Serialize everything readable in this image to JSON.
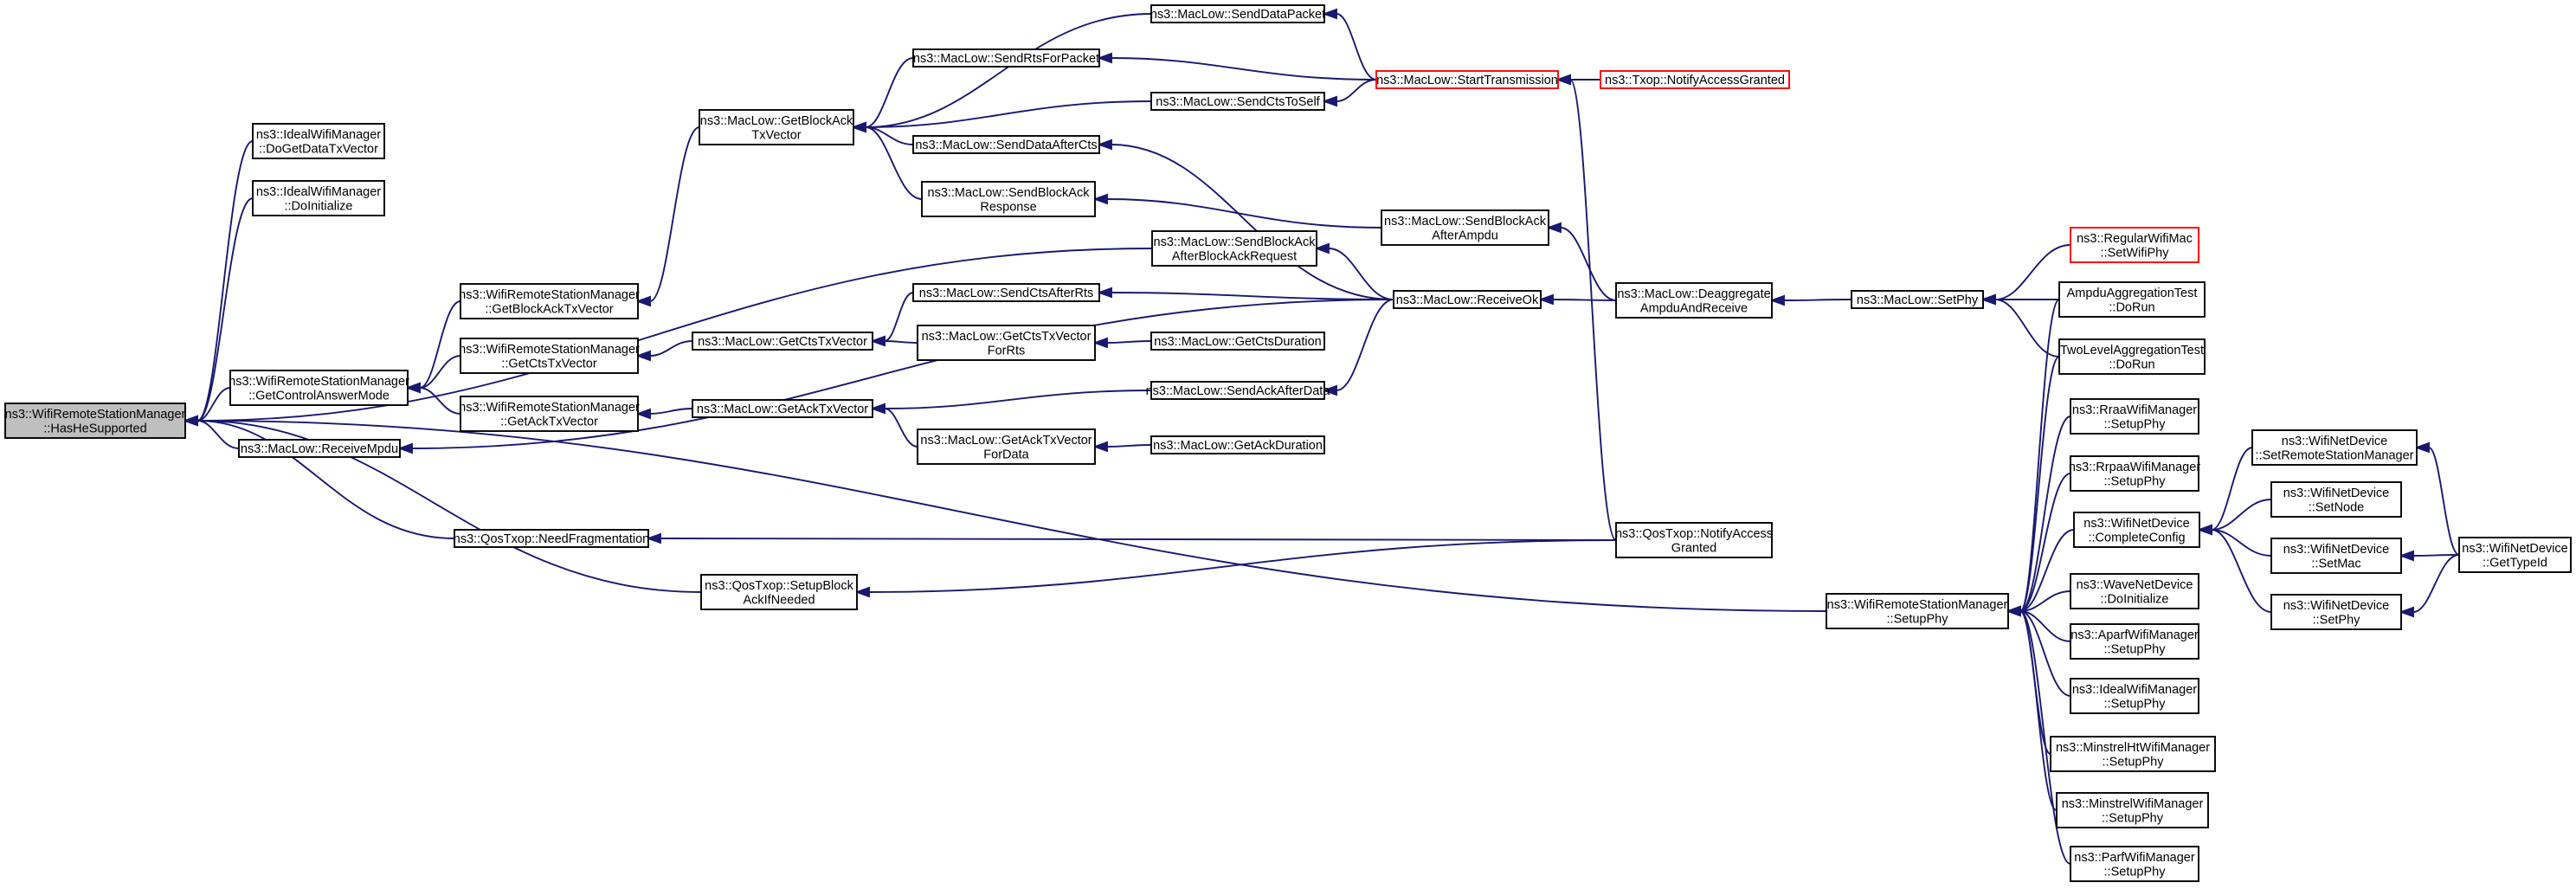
{
  "graph": {
    "nodes": [
      {
        "id": "n0",
        "lines": [
          "ns3::WifiRemoteStationManager",
          "::HasHeSupported"
        ],
        "highlight": true
      },
      {
        "id": "n1",
        "lines": [
          "ns3::IdealWifiManager",
          "::DoGetDataTxVector"
        ]
      },
      {
        "id": "n2",
        "lines": [
          "ns3::IdealWifiManager",
          "::DoInitialize"
        ]
      },
      {
        "id": "n3",
        "lines": [
          "ns3::MacLow::SendBlockAck",
          "AfterBlockAckRequest"
        ]
      },
      {
        "id": "n4",
        "lines": [
          "ns3::WifiRemoteStationManager",
          "::GetControlAnswerMode"
        ]
      },
      {
        "id": "n5",
        "lines": [
          "ns3::MacLow::ReceiveMpdu"
        ]
      },
      {
        "id": "n6",
        "lines": [
          "ns3::QosTxop::NeedFragmentation"
        ]
      },
      {
        "id": "n7",
        "lines": [
          "ns3::QosTxop::SetupBlock",
          "AckIfNeeded"
        ]
      },
      {
        "id": "n8",
        "lines": [
          "ns3::WifiRemoteStationManager",
          "::SetupPhy"
        ]
      },
      {
        "id": "n9",
        "lines": [
          "ns3::WifiRemoteStationManager",
          "::GetBlockAckTxVector"
        ]
      },
      {
        "id": "n10",
        "lines": [
          "ns3::WifiRemoteStationManager",
          "::GetCtsTxVector"
        ]
      },
      {
        "id": "n11",
        "lines": [
          "ns3::WifiRemoteStationManager",
          "::GetAckTxVector"
        ]
      },
      {
        "id": "n12",
        "lines": [
          "ns3::MacLow::GetBlockAck",
          "TxVector"
        ]
      },
      {
        "id": "n13",
        "lines": [
          "ns3::MacLow::GetCtsTxVector"
        ]
      },
      {
        "id": "n14",
        "lines": [
          "ns3::MacLow::GetAckTxVector"
        ]
      },
      {
        "id": "n15",
        "lines": [
          "ns3::MacLow::SendDataPacket"
        ]
      },
      {
        "id": "n16",
        "lines": [
          "ns3::MacLow::SendRtsForPacket"
        ]
      },
      {
        "id": "n17",
        "lines": [
          "ns3::MacLow::SendCtsToSelf"
        ]
      },
      {
        "id": "n18",
        "lines": [
          "ns3::MacLow::SendDataAfterCts"
        ]
      },
      {
        "id": "n19",
        "lines": [
          "ns3::MacLow::SendBlockAck",
          "Response"
        ]
      },
      {
        "id": "n20",
        "lines": [
          "ns3::MacLow::SendCtsAfterRts"
        ]
      },
      {
        "id": "n21",
        "lines": [
          "ns3::MacLow::GetCtsTxVector",
          "ForRts"
        ]
      },
      {
        "id": "n22",
        "lines": [
          "ns3::MacLow::GetCtsDuration"
        ]
      },
      {
        "id": "n23",
        "lines": [
          "ns3::MacLow::SendAckAfterData"
        ]
      },
      {
        "id": "n24",
        "lines": [
          "ns3::MacLow::GetAckTxVector",
          "ForData"
        ]
      },
      {
        "id": "n25",
        "lines": [
          "ns3::MacLow::GetAckDuration"
        ]
      },
      {
        "id": "n26",
        "lines": [
          "ns3::MacLow::StartTransmission"
        ],
        "red": true
      },
      {
        "id": "n27",
        "lines": [
          "ns3::Txop::NotifyAccessGranted"
        ],
        "red": true
      },
      {
        "id": "n28",
        "lines": [
          "ns3::MacLow::SendBlockAck",
          "AfterAmpdu"
        ]
      },
      {
        "id": "n29",
        "lines": [
          "ns3::MacLow::ReceiveOk"
        ]
      },
      {
        "id": "n30",
        "lines": [
          "ns3::MacLow::Deaggregate",
          "AmpduAndReceive"
        ]
      },
      {
        "id": "n31",
        "lines": [
          "ns3::QosTxop::NotifyAccess",
          "Granted"
        ]
      },
      {
        "id": "n32",
        "lines": [
          "ns3::MacLow::SetPhy"
        ]
      },
      {
        "id": "n33",
        "lines": [
          "ns3::RegularWifiMac",
          "::SetWifiPhy"
        ],
        "red": true
      },
      {
        "id": "n34",
        "lines": [
          "AmpduAggregationTest",
          "::DoRun"
        ]
      },
      {
        "id": "n35",
        "lines": [
          "TwoLevelAggregationTest",
          "::DoRun"
        ]
      },
      {
        "id": "n36",
        "lines": [
          "ns3::RraaWifiManager",
          "::SetupPhy"
        ]
      },
      {
        "id": "n37",
        "lines": [
          "ns3::RrpaaWifiManager",
          "::SetupPhy"
        ]
      },
      {
        "id": "n38",
        "lines": [
          "ns3::WifiNetDevice",
          "::CompleteConfig"
        ]
      },
      {
        "id": "n39",
        "lines": [
          "ns3::WaveNetDevice",
          "::DoInitialize"
        ]
      },
      {
        "id": "n40",
        "lines": [
          "ns3::AparfWifiManager",
          "::SetupPhy"
        ]
      },
      {
        "id": "n41",
        "lines": [
          "ns3::IdealWifiManager",
          "::SetupPhy"
        ]
      },
      {
        "id": "n42",
        "lines": [
          "ns3::MinstrelHtWifiManager",
          "::SetupPhy"
        ]
      },
      {
        "id": "n43",
        "lines": [
          "ns3::MinstrelWifiManager",
          "::SetupPhy"
        ]
      },
      {
        "id": "n44",
        "lines": [
          "ns3::ParfWifiManager",
          "::SetupPhy"
        ]
      },
      {
        "id": "n45",
        "lines": [
          "ns3::WifiNetDevice",
          "::SetRemoteStationManager"
        ]
      },
      {
        "id": "n46",
        "lines": [
          "ns3::WifiNetDevice",
          "::SetNode"
        ]
      },
      {
        "id": "n47",
        "lines": [
          "ns3::WifiNetDevice",
          "::SetMac"
        ]
      },
      {
        "id": "n48",
        "lines": [
          "ns3::WifiNetDevice",
          "::SetPhy"
        ]
      },
      {
        "id": "n49",
        "lines": [
          "ns3::WifiNetDevice",
          "::GetTypeId"
        ]
      }
    ],
    "edges": [
      [
        "n1",
        "n0"
      ],
      [
        "n2",
        "n0"
      ],
      [
        "n3",
        "n0"
      ],
      [
        "n4",
        "n0"
      ],
      [
        "n5",
        "n0"
      ],
      [
        "n6",
        "n0"
      ],
      [
        "n7",
        "n0"
      ],
      [
        "n8",
        "n0"
      ],
      [
        "n9",
        "n4"
      ],
      [
        "n10",
        "n4"
      ],
      [
        "n11",
        "n4"
      ],
      [
        "n12",
        "n9"
      ],
      [
        "n13",
        "n10"
      ],
      [
        "n14",
        "n11"
      ],
      [
        "n15",
        "n12"
      ],
      [
        "n16",
        "n12"
      ],
      [
        "n17",
        "n12"
      ],
      [
        "n18",
        "n12"
      ],
      [
        "n19",
        "n12"
      ],
      [
        "n20",
        "n13"
      ],
      [
        "n21",
        "n13"
      ],
      [
        "n22",
        "n21"
      ],
      [
        "n23",
        "n14"
      ],
      [
        "n24",
        "n14"
      ],
      [
        "n25",
        "n24"
      ],
      [
        "n26",
        "n15"
      ],
      [
        "n26",
        "n16"
      ],
      [
        "n26",
        "n17"
      ],
      [
        "n27",
        "n26"
      ],
      [
        "n28",
        "n19"
      ],
      [
        "n29",
        "n18"
      ],
      [
        "n29",
        "n3"
      ],
      [
        "n29",
        "n20"
      ],
      [
        "n29",
        "n23"
      ],
      [
        "n29",
        "n5"
      ],
      [
        "n30",
        "n28"
      ],
      [
        "n30",
        "n29"
      ],
      [
        "n32",
        "n30"
      ],
      [
        "n31",
        "n26"
      ],
      [
        "n31",
        "n6"
      ],
      [
        "n31",
        "n7"
      ],
      [
        "n33",
        "n32"
      ],
      [
        "n34",
        "n32"
      ],
      [
        "n35",
        "n32"
      ],
      [
        "n34",
        "n8"
      ],
      [
        "n35",
        "n8"
      ],
      [
        "n36",
        "n8"
      ],
      [
        "n37",
        "n8"
      ],
      [
        "n38",
        "n8"
      ],
      [
        "n39",
        "n8"
      ],
      [
        "n40",
        "n8"
      ],
      [
        "n41",
        "n8"
      ],
      [
        "n42",
        "n8"
      ],
      [
        "n43",
        "n8"
      ],
      [
        "n44",
        "n8"
      ],
      [
        "n45",
        "n38"
      ],
      [
        "n46",
        "n38"
      ],
      [
        "n47",
        "n38"
      ],
      [
        "n48",
        "n38"
      ],
      [
        "n49",
        "n45"
      ],
      [
        "n49",
        "n47"
      ],
      [
        "n49",
        "n48"
      ]
    ]
  }
}
